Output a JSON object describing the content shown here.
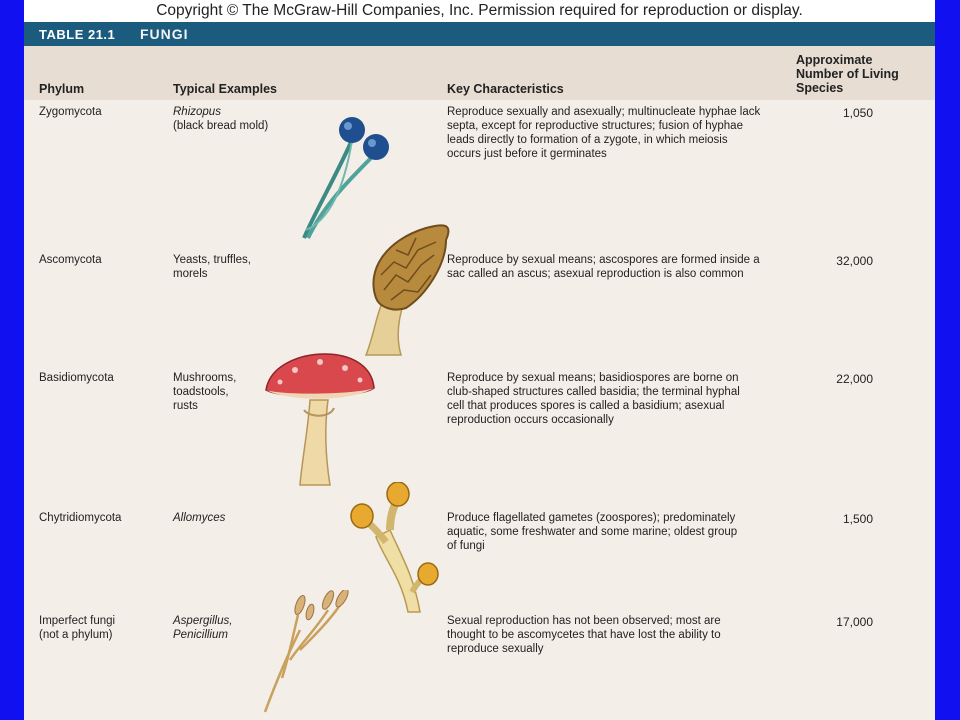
{
  "copyright": "Copyright © The McGraw-Hill Companies, Inc. Permission required for reproduction or display.",
  "banner": {
    "number": "TABLE 21.1",
    "title": "FUNGI"
  },
  "headers": {
    "phylum": "Phylum",
    "examples": "Typical Examples",
    "characteristics": "Key Characteristics",
    "species_l1": "Approximate",
    "species_l2": "Number of Living",
    "species_l3": "Species"
  },
  "rows": [
    {
      "phylum_l1": "Zygomycota",
      "phylum_l2": "",
      "ex_italic_l1": "Rhizopus",
      "ex_italic_l2": "",
      "ex_plain_l1": "(black bread mold)",
      "ex_plain_l2": "",
      "ex_plain_l3": "",
      "char": [
        "Reproduce sexually and asexually; multinucleate hyphae lack",
        "septa, except for reproductive structures; fusion of hyphae",
        "leads directly to formation of a zygote, in which meiosis",
        "occurs just before it germinates"
      ],
      "species": "1,050",
      "illustration": "rhizopus-illustration"
    },
    {
      "phylum_l1": "Ascomycota",
      "phylum_l2": "",
      "ex_italic_l1": "",
      "ex_italic_l2": "",
      "ex_plain_l1": "Yeasts, truffles,",
      "ex_plain_l2": "morels",
      "ex_plain_l3": "",
      "char": [
        "Reproduce by sexual means; ascospores are formed inside a",
        "sac called an ascus; asexual reproduction is also common",
        "",
        ""
      ],
      "species": "32,000",
      "illustration": "morel-illustration"
    },
    {
      "phylum_l1": "Basidiomycota",
      "phylum_l2": "",
      "ex_italic_l1": "",
      "ex_italic_l2": "",
      "ex_plain_l1": "Mushrooms,",
      "ex_plain_l2": "toadstools,",
      "ex_plain_l3": "rusts",
      "char": [
        "Reproduce by sexual means; basidiospores are borne on",
        "club-shaped structures called basidia; the terminal hyphal",
        "cell that produces spores is called a basidium; asexual",
        "reproduction occurs occasionally"
      ],
      "species": "22,000",
      "illustration": "mushroom-illustration"
    },
    {
      "phylum_l1": "Chytridiomycota",
      "phylum_l2": "",
      "ex_italic_l1": "Allomyces",
      "ex_italic_l2": "",
      "ex_plain_l1": "",
      "ex_plain_l2": "",
      "ex_plain_l3": "",
      "char": [
        "Produce flagellated gametes (zoospores); predominately",
        "aquatic, some freshwater and some marine; oldest group",
        "of fungi",
        ""
      ],
      "species": "1,500",
      "illustration": "allomyces-illustration"
    },
    {
      "phylum_l1": "Imperfect fungi",
      "phylum_l2": "(not a phylum)",
      "ex_italic_l1": "Aspergillus,",
      "ex_italic_l2": "Penicillium",
      "ex_plain_l1": "",
      "ex_plain_l2": "",
      "ex_plain_l3": "",
      "char": [
        "Sexual reproduction has not been observed; most are",
        "thought to be ascomycetes that have lost the ability to",
        "reproduce sexually",
        ""
      ],
      "species": "17,000",
      "illustration": "aspergillus-illustration"
    }
  ]
}
